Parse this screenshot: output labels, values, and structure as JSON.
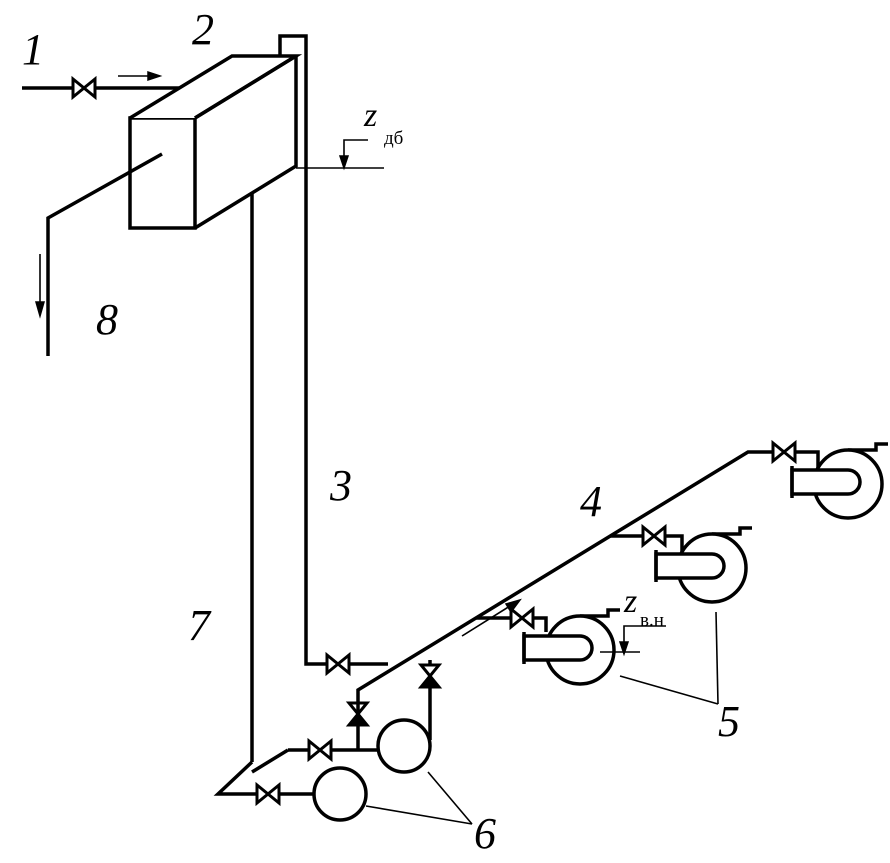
{
  "labels": {
    "inlet": "1",
    "tank": "2",
    "pipe_up": "3",
    "manifold": "4",
    "pumps_main": "5",
    "pumps_aux": "6",
    "pipe_down": "7",
    "overflow": "8"
  },
  "levels": {
    "tank_level_symbol": "z",
    "tank_level_sub": "дб",
    "pump_level_symbol": "z",
    "pump_level_sub": "в.н"
  }
}
